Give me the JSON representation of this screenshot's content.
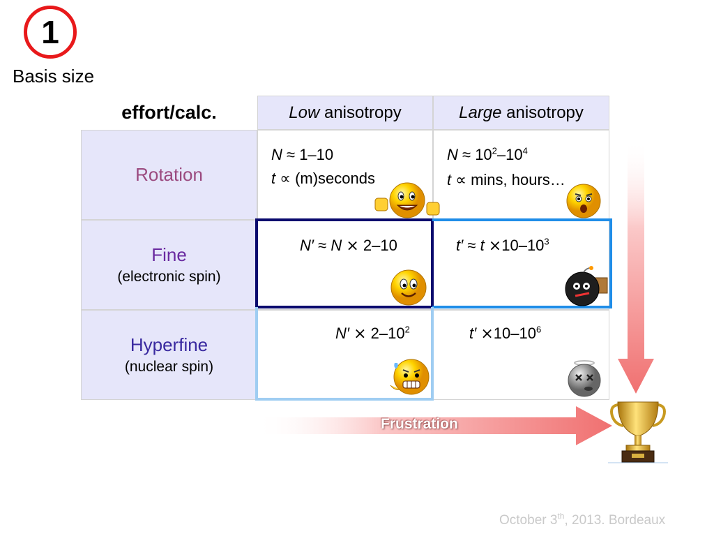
{
  "badge": {
    "number": "1",
    "caption": "Basis size"
  },
  "table": {
    "corner": "effort/calc.",
    "col_low": {
      "emph": "Low",
      "rest": " anisotropy"
    },
    "col_large": {
      "emph": "Large",
      "rest": " anisotropy"
    },
    "rows": {
      "rotation": {
        "label": "Rotation",
        "sublabel": ""
      },
      "fine": {
        "label": "Fine",
        "sublabel": "(electronic spin)"
      },
      "hyperfine": {
        "label": "Hyperfine",
        "sublabel": "(nuclear spin)"
      }
    },
    "cells": {
      "rot_low_n": "N",
      "rot_low_n_rest": " ≈ 1–10",
      "rot_low_t": "t",
      "rot_low_t_rest": " ∝ (m)seconds",
      "rot_large_n": "N",
      "rot_large_n_rest": " ≈ 10",
      "rot_large_exp1": "2",
      "rot_large_dash": "–10",
      "rot_large_exp2": "4",
      "rot_large_t": "t",
      "rot_large_t_rest": " ∝ mins, hours…",
      "fine_low_a": "N′",
      "fine_low_b": " ≈ ",
      "fine_low_c": "N",
      "fine_low_d": " ⨯ 2–10",
      "fine_large_a": "t′",
      "fine_large_b": " ≈ ",
      "fine_large_c": "t",
      "fine_large_d": " ⨯10–10",
      "fine_large_exp": "3",
      "hyp_low_a": "N′",
      "hyp_low_b": " ⨯ 2–10",
      "hyp_low_exp": "2",
      "hyp_large_a": "t′",
      "hyp_large_b": " ⨯10–10",
      "hyp_large_exp": "6"
    }
  },
  "frustration": "Frustration",
  "footer": {
    "text": "October 3",
    "sup": "th",
    "rest": ", 2013. Bordeaux"
  },
  "colors": {
    "badge_ring": "#e8191b",
    "header_bg": "#e6e6fa",
    "rotation": "#9b4a7f",
    "fine": "#6a2aa0",
    "hyperfine": "#3a2aa0",
    "arrow": "#f07878"
  },
  "icons": [
    "thumbs-up-smiley-icon",
    "surprised-smiley-icon",
    "happy-smiley-icon",
    "bomb-smiley-icon",
    "nervous-smiley-icon",
    "dead-smiley-icon",
    "trophy-icon"
  ]
}
